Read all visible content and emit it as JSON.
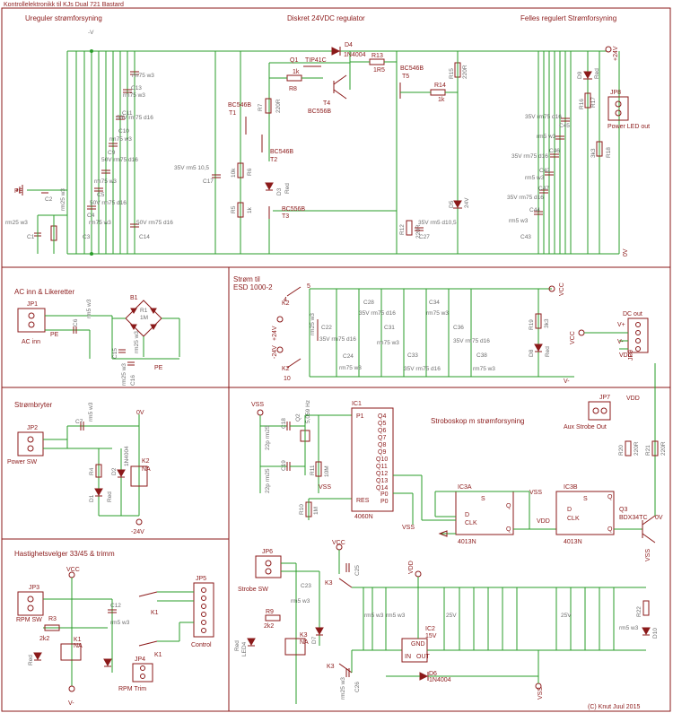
{
  "title": "Kontrollelektronikk til KJs Dual 721 Bastard",
  "copyright": "(C) Knut Juul 2015",
  "sections": {
    "unreg": "Ureguler strømforsyning",
    "discrete": "Diskret 24VDC regulator",
    "common": "Felles regulert Strømforsyning",
    "ac": "AC inn & Likeretter",
    "esd_line1": "Strøm til",
    "esd_line2": "ESD 1000-2",
    "power_switch": "Strømbryter",
    "strobe": "Stroboskop m strømforsyning",
    "speed": "Hastighetsvelger 33/45 & trimm"
  },
  "connectors": {
    "pe": "PE",
    "ac_in": "AC inn",
    "jp1": "JP1",
    "power_sw": "Power SW",
    "jp2": "JP2",
    "rpm_sw": "RPM SW",
    "jp3": "JP3",
    "rpm_trim": "RPM Trim",
    "jp4": "JP4",
    "control": "Control",
    "jp5": "JP5",
    "strobe_sw": "Strobe SW",
    "jp6": "JP6",
    "aux_strobe": "Aux Strobe Out",
    "jp7": "JP7",
    "power_led_out": "Power LED out",
    "jp8": "JP8",
    "dc_out": "DC out",
    "jp9": "JP9"
  },
  "labels": {
    "plus_v": "+V",
    "minus_v": "-V",
    "v_plus": "V+",
    "v_minus": "V-",
    "minus24": "-24V",
    "plus24": "+24V",
    "vcc": "VCC",
    "vss": "VSS",
    "vdd": "VDD",
    "zero_v": "0V"
  },
  "parts": {
    "d4": "D4",
    "d4_type": "1N4004",
    "q1": "Q1",
    "q1_type": "TIP41C",
    "r8": "R8",
    "r8_v": "1k",
    "r13": "R13",
    "r13_v": "1R5",
    "t4": "T4",
    "t4_type": "BC556B",
    "t1": "T1",
    "t1_type": "BC546B",
    "t2": "T2",
    "t2_type": "BC546B",
    "t3": "T3",
    "t3_type": "BC556B",
    "t5": "T5",
    "t5_type": "BC546B",
    "r7": "R7",
    "r7_v": "220R",
    "r15": "R15",
    "r15_v": "220R",
    "r14": "R14",
    "r14_v": "1k",
    "r6": "R6",
    "r6_v": "10k",
    "r5": "R5",
    "r5_v": "1k",
    "d3": "D3",
    "d3_type": "Red",
    "d5": "D5",
    "d5_type": "24V",
    "r12": "R12",
    "r12_v": "220R",
    "c17": "C17",
    "c17_v": "35V rm5 10,5",
    "c27": "C27",
    "c27_v": "35V rm5 d10,5",
    "c1": "C1",
    "c2": "C2",
    "c3": "C3",
    "c4": "C4",
    "c5": "C5",
    "c9": "C9",
    "c10": "C10",
    "c11": "C11",
    "c13": "C13",
    "c14": "C14",
    "c_rm25": "rm25 w3",
    "c_rm75": "rm75 w3",
    "c_50v_d16": "50V rm75 d16",
    "r1": "R1",
    "r1_v": "1M",
    "d9": "D9",
    "d9_type": "Red",
    "r16": "R16",
    "r16_v": "3k3",
    "r17": "R17",
    "r18": "R18",
    "r18_v": "3k3",
    "c_35v_d16": "35V rm75 d16",
    "c_rm5w3": "rm5 w3",
    "c40": "C40",
    "c41": "C41",
    "c42": "C42",
    "c43": "C43",
    "c44": "C44",
    "c45": "C45",
    "c46": "C46",
    "c47": "C47",
    "b1": "B1",
    "c6": "C6",
    "c6_v": "rm5 w3",
    "c15": "C15",
    "c16": "C16",
    "k2": "K2",
    "c22": "C22",
    "c24": "C24",
    "c28": "C28",
    "c31": "C31",
    "c33": "C33",
    "c34": "C34",
    "c36": "C36",
    "c38": "C38",
    "r19": "R19",
    "r19_v": "3k3",
    "d8": "D8",
    "c7": "C7",
    "c7_v": "rm5 w3",
    "r4": "R4",
    "d1": "D1",
    "d2": "D2",
    "d2_type": "1N4004",
    "led_red": "Red",
    "k2_na": "NA",
    "q2": "Q2",
    "q2_v": "5,059 Hz",
    "c18": "C18",
    "c18_v": "22p rm25",
    "c19": "C19",
    "c19_v": "22p rm25",
    "r11": "R11",
    "r11_v": "10M",
    "r10": "R10",
    "r10_v": "1M",
    "ic1": "IC1",
    "ic1_type": "4060N",
    "ic3a": "IC3A",
    "ic3b": "IC3B",
    "ic3_type": "4013N",
    "q3": "Q3",
    "q3_type": "BDX34TC",
    "r20": "R20",
    "r20_v": "220R",
    "r21": "R21",
    "r21_v": "220R",
    "c12": "C12",
    "c12_v": "rm5 w3",
    "r3": "R3",
    "r3_v": "2k2",
    "k1": "K1",
    "k1_na": "NA",
    "led4": "LED4",
    "c23": "C23",
    "c25": "C25",
    "c26": "C26",
    "k3": "K3",
    "k3_na": "NA",
    "r9": "R9",
    "r9_v": "2k2",
    "d7": "D7",
    "ic2": "IC2",
    "ic2_v": "15V",
    "d6": "D6",
    "d6_type": "1N4004",
    "ic_gnd": "GND",
    "ic_in": "IN",
    "ic_out": "OUT",
    "c_25v": "25V",
    "r22": "R22",
    "d10": "D10"
  },
  "pins": {
    "p1": "P1",
    "q4": "Q4",
    "q5": "Q5",
    "q6": "Q6",
    "q7": "Q7",
    "q8": "Q8",
    "q9": "Q9",
    "q10": "Q10",
    "q11": "Q11",
    "q12": "Q12",
    "q13": "Q13",
    "q14": "Q14",
    "res": "RES",
    "p0": "P0",
    "pt": "P0",
    "d": "D",
    "s": "S",
    "r": "R",
    "clk": "CLK",
    "q": "Q",
    "qn": "Q"
  }
}
